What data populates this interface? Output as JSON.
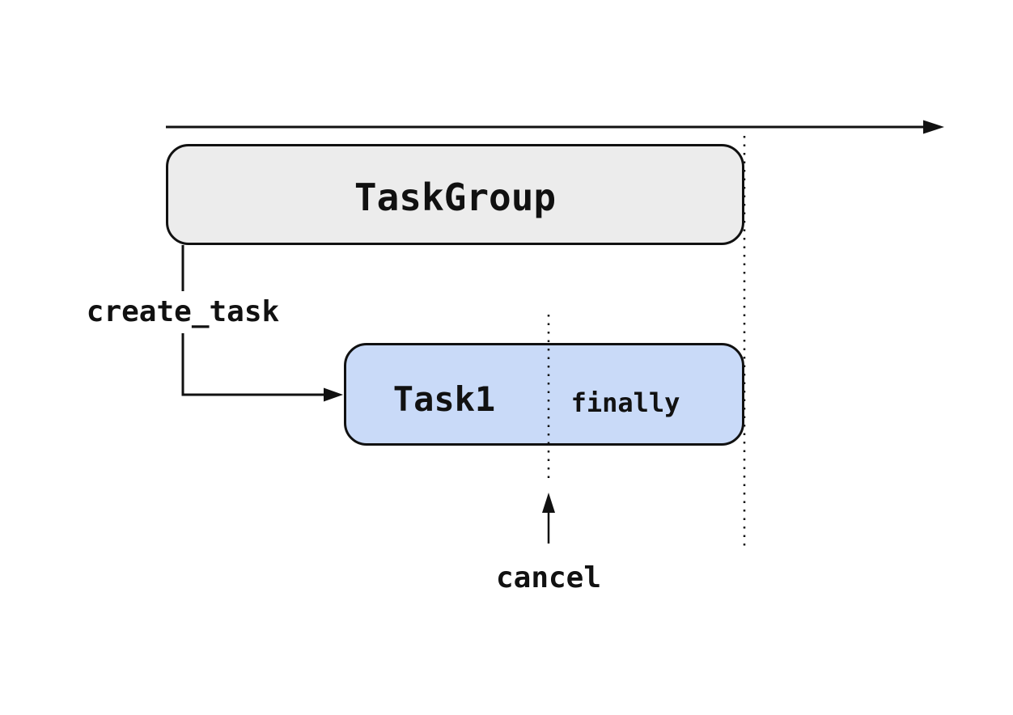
{
  "diagram": {
    "title_hint": "TaskGroup cancellation timeline diagram",
    "taskgroup": {
      "label": "TaskGroup"
    },
    "task1": {
      "label": "Task1",
      "finally_label": "finally"
    },
    "labels": {
      "create_task": "create_task",
      "cancel": "cancel"
    }
  },
  "colors": {
    "background": "#ffffff",
    "stroke": "#111111",
    "text": "#111111",
    "taskgroup_fill": "#ececec",
    "task1_fill": "#c9daf8"
  }
}
